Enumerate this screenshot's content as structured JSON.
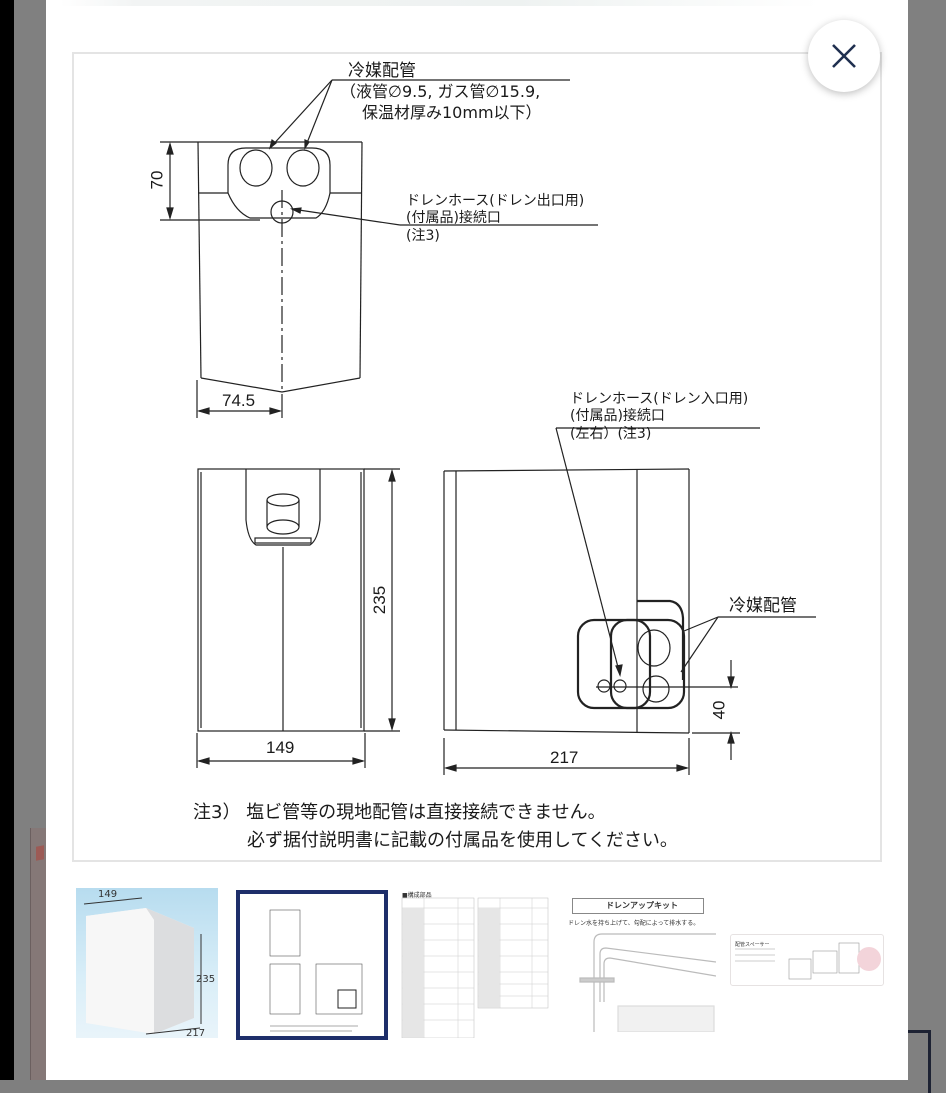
{
  "modal": {
    "close_button_label": "×",
    "close_icon": "close-x-icon",
    "accent_color": "#1e2e6a"
  },
  "diagram": {
    "top_view": {
      "refrigerant_label": "冷媒配管",
      "refrigerant_spec_line1": "（液管∅9.5, ガス管∅15.9,",
      "refrigerant_spec_line2": "保温材厚み10mm以下）",
      "drain_outlet_line1": "ドレンホース(ドレン出口用)",
      "drain_outlet_line2": "(付属品)接続口",
      "drain_outlet_line3": "(注3)",
      "dim_height": "70",
      "dim_width": "74.5"
    },
    "front_view": {
      "dim_height": "235",
      "dim_width": "149"
    },
    "side_view": {
      "drain_inlet_line1": "ドレンホース(ドレン入口用)",
      "drain_inlet_line2": "(付属品)接続口",
      "drain_inlet_line3": "(左右）(注3)",
      "refrigerant_label": "冷媒配管",
      "dim_height": "40",
      "dim_width": "217"
    },
    "note_line1": "注3）  塩ビ管等の現地配管は直接接続できません。",
    "note_line2": "必ず据付説明書に記載の付属品を使用してください。"
  },
  "thumbnails": [
    {
      "label": "product-photo",
      "dim_width": "149",
      "dim_height": "235",
      "dim_depth": "217",
      "selected": false
    },
    {
      "label": "dimension-drawing",
      "selected": true
    },
    {
      "label": "parts-list",
      "title": "■構成部品",
      "selected": false
    },
    {
      "label": "drain-up-kit",
      "title": "ドレンアップキット",
      "caption": "ドレン水を持ち上げて、勾配によって排水する。",
      "selected": false
    },
    {
      "label": "piping-spacer",
      "title": "配管スペーサー",
      "selected": false
    }
  ]
}
